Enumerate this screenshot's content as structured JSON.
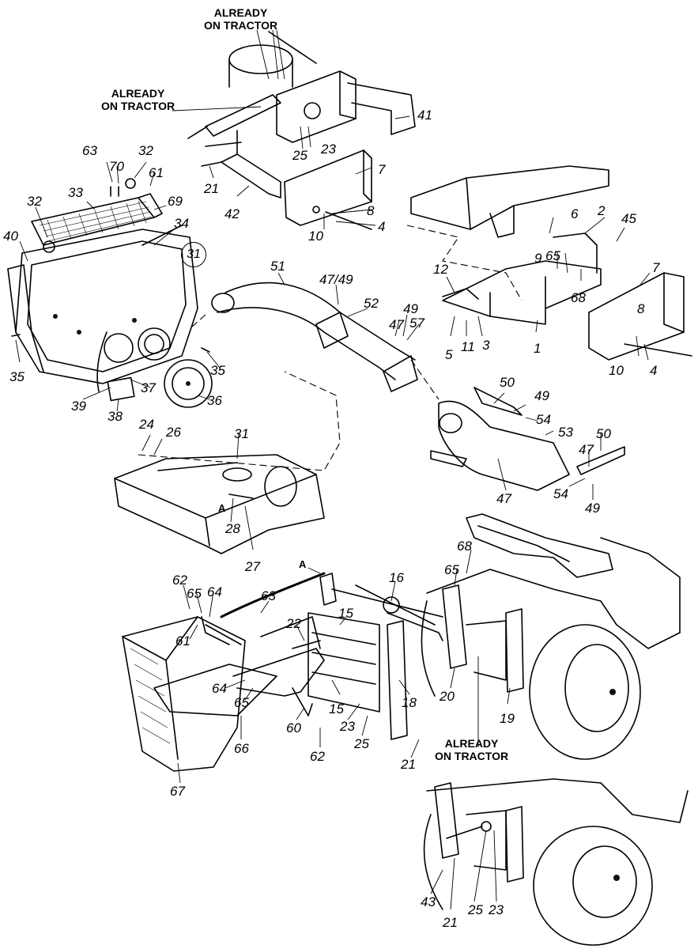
{
  "notes": {
    "top_1": [
      "ALREADY",
      "ON TRACTOR"
    ],
    "top_2": [
      "ALREADY",
      "ON TRACTOR"
    ],
    "mid": [
      "ALREADY",
      "ON TRACTOR"
    ]
  },
  "refs": {
    "a_upper": "A",
    "a_lower": "A"
  },
  "circled": "31",
  "callouts": [
    "41",
    "25",
    "23",
    "7",
    "21",
    "42",
    "8",
    "10",
    "4",
    "63",
    "70",
    "32",
    "61",
    "33",
    "69",
    "32",
    "40",
    "34",
    "6",
    "2",
    "45",
    "9",
    "65",
    "7",
    "12",
    "68",
    "51",
    "47/49",
    "52",
    "49",
    "47",
    "57",
    "5",
    "11",
    "3",
    "1",
    "8",
    "10",
    "4",
    "35",
    "35",
    "39",
    "37",
    "36",
    "38",
    "50",
    "49",
    "54",
    "53",
    "24",
    "26",
    "31",
    "50",
    "47",
    "47",
    "54",
    "49",
    "28",
    "27",
    "68",
    "65",
    "16",
    "15",
    "62",
    "65",
    "64",
    "63",
    "22",
    "61",
    "20",
    "64",
    "65",
    "18",
    "19",
    "15",
    "23",
    "25",
    "60",
    "66",
    "62",
    "21",
    "67",
    "43",
    "21",
    "25",
    "23"
  ]
}
